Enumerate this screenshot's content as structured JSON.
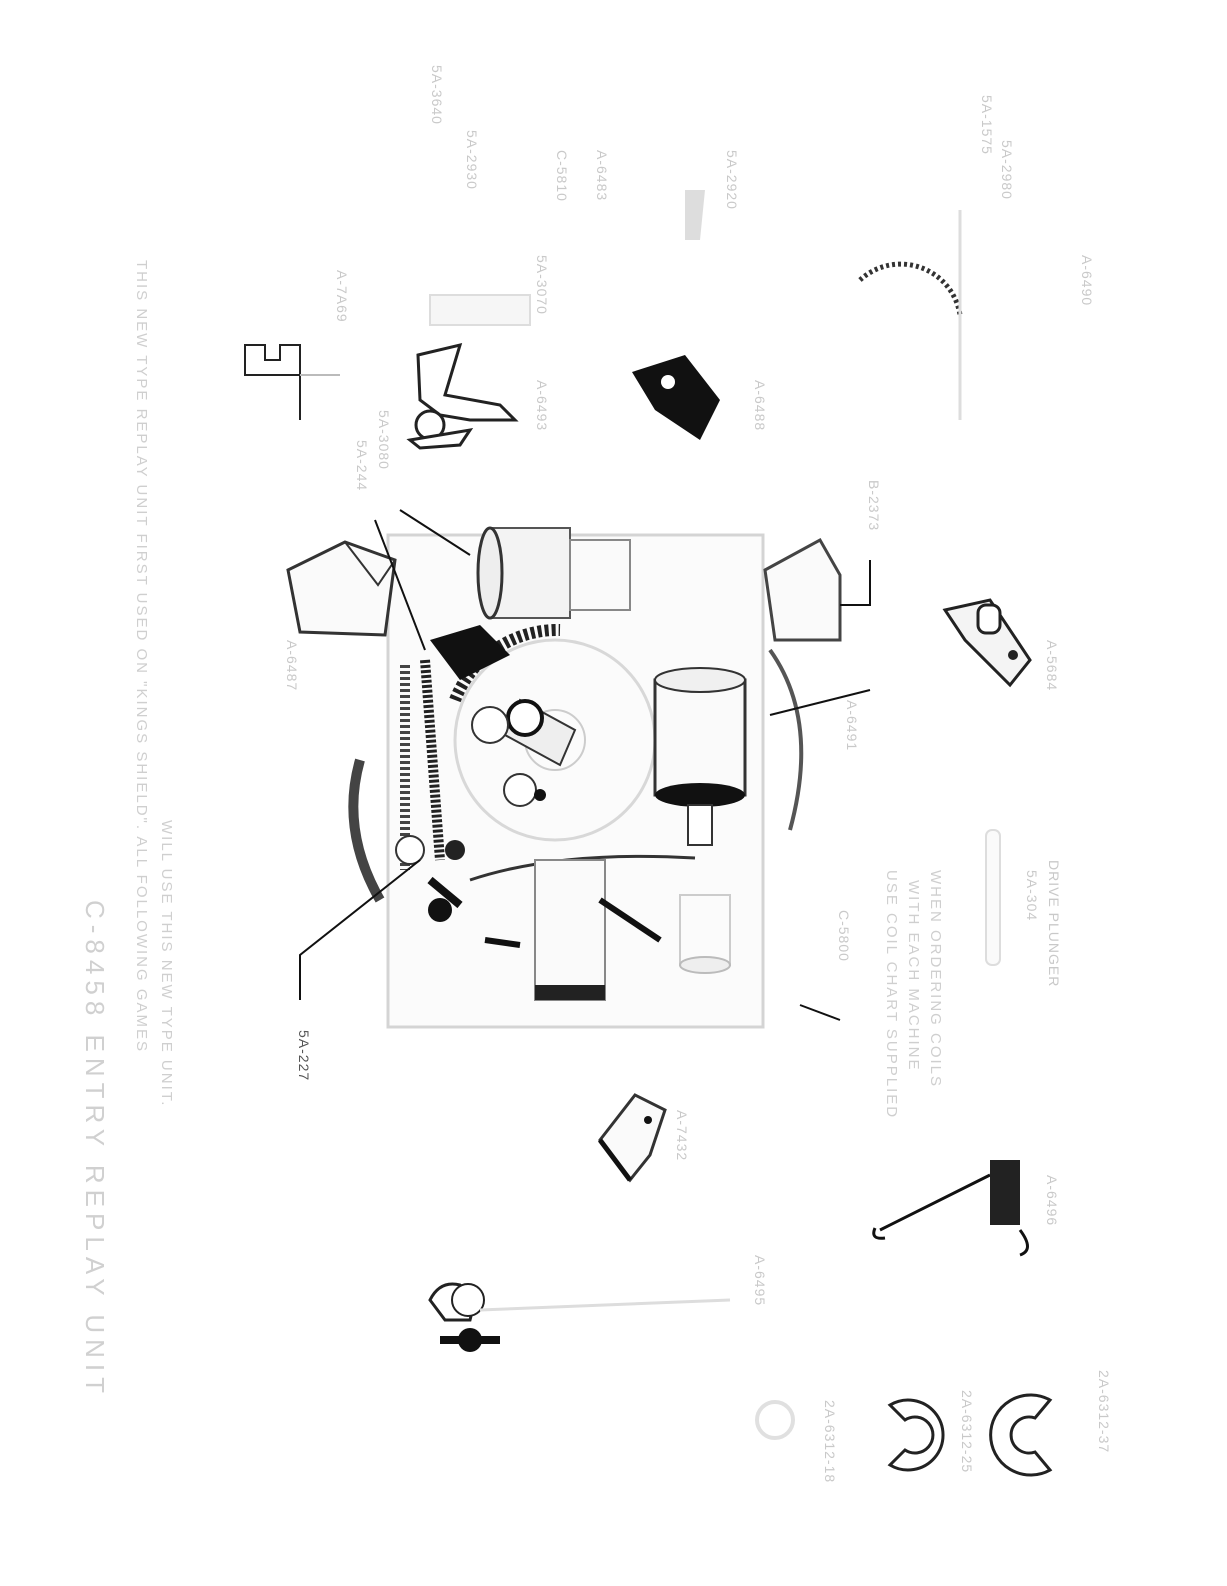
{
  "page": {
    "title": "C-8458    ENTRY REPLAY UNIT",
    "note_line1": "THIS NEW TYPE REPLAY UNIT FIRST USED ON \"KINGS SHIELD\". ALL FOLLOWING GAMES",
    "note_line2": "WILL USE THIS NEW TYPE UNIT."
  },
  "center_note": {
    "line1": "USE COIL CHART SUPPLIED",
    "line2": "WITH EACH MACHINE",
    "line3": "WHEN ORDERING COILS"
  },
  "parts": {
    "p_5a227": "5A-227",
    "p_5a244": "5A-244",
    "p_5a3080": "5A-3080",
    "p_b2373": "B-2373",
    "p_a7a69": "A-7A69",
    "p_a6493": "A-6493",
    "p_5a3070": "5A-3070",
    "p_a6488": "A-6488",
    "p_c5810": "C-5810",
    "p_a6483": "A-6483",
    "p_c5800": "C-5800",
    "p_a6491": "A-6491",
    "p_5a2920": "5A-2920",
    "p_5a304": "5A-304",
    "p_drive_pawl": "DRIVE PLUNGER",
    "p_a6490": "A-6490",
    "p_5a2980": "5A-2980",
    "p_5a1575": "5A-1575",
    "p_a5684": "A-5684",
    "p_5a2930": "5A-2930",
    "p_5a3640": "5A-3640",
    "p_a6487": "A-6487",
    "p_a7432": "A-7432",
    "p_a6495": "A-6495",
    "p_a6496": "A-6496",
    "p_ring1": "2A-6312-18",
    "p_ring2": "2A-6312-25",
    "p_ring3": "2A-6312-37"
  }
}
